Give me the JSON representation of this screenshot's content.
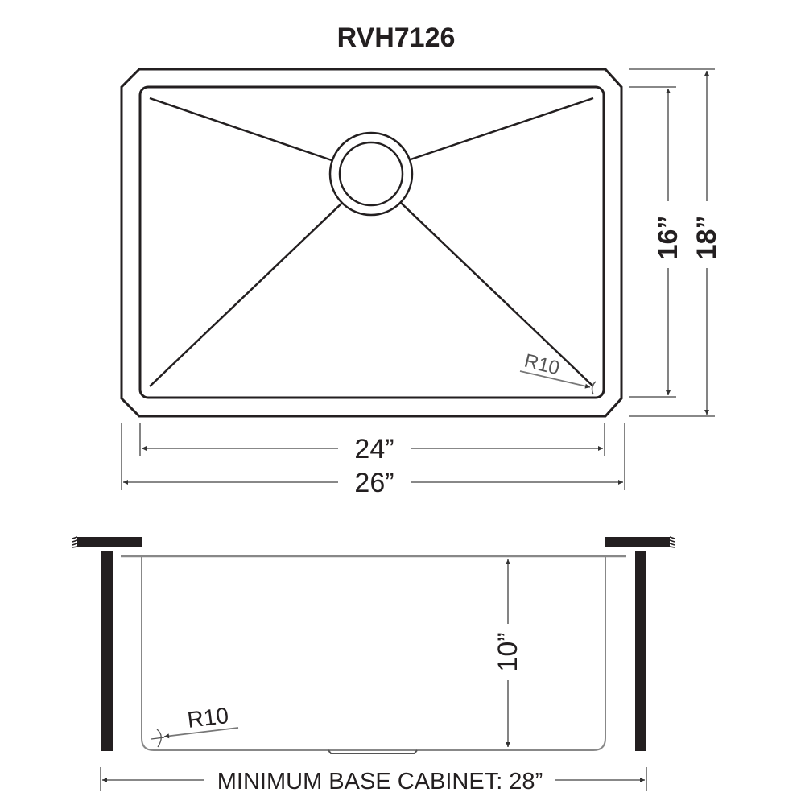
{
  "title": "RVH7126",
  "top_view": {
    "inner_width_label": "24”",
    "outer_width_label": "26”",
    "inner_depth_label": "16”",
    "outer_depth_label": "18”",
    "corner_radius_label": "R10"
  },
  "side_view": {
    "bowl_depth_label": "10”",
    "corner_radius_label": "R10",
    "min_cabinet_label": "MINIMUM BASE CABINET: 28”"
  },
  "colors": {
    "ink": "#231f20",
    "dimension_line": "#777777",
    "background": "#ffffff"
  }
}
